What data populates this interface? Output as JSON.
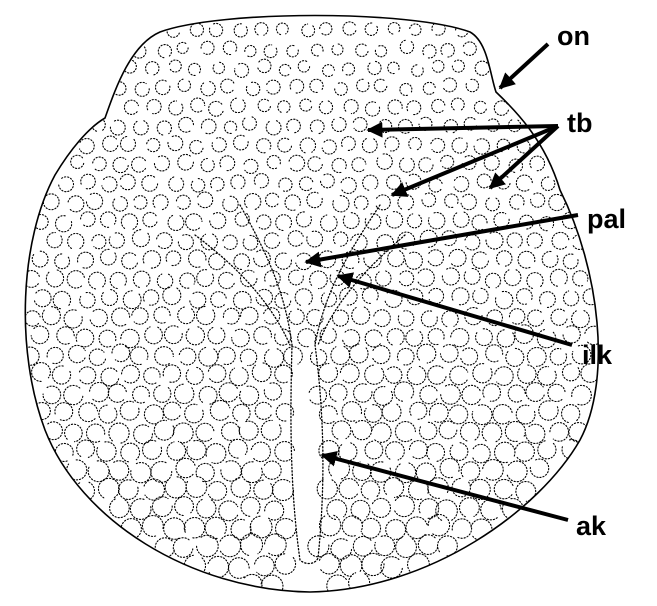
{
  "labels": {
    "on": "on",
    "tb": "tb",
    "pal": "pal",
    "ilk": "ilk",
    "ak": "ak"
  },
  "colors": {
    "ink": "#000000",
    "background": "#ffffff"
  }
}
